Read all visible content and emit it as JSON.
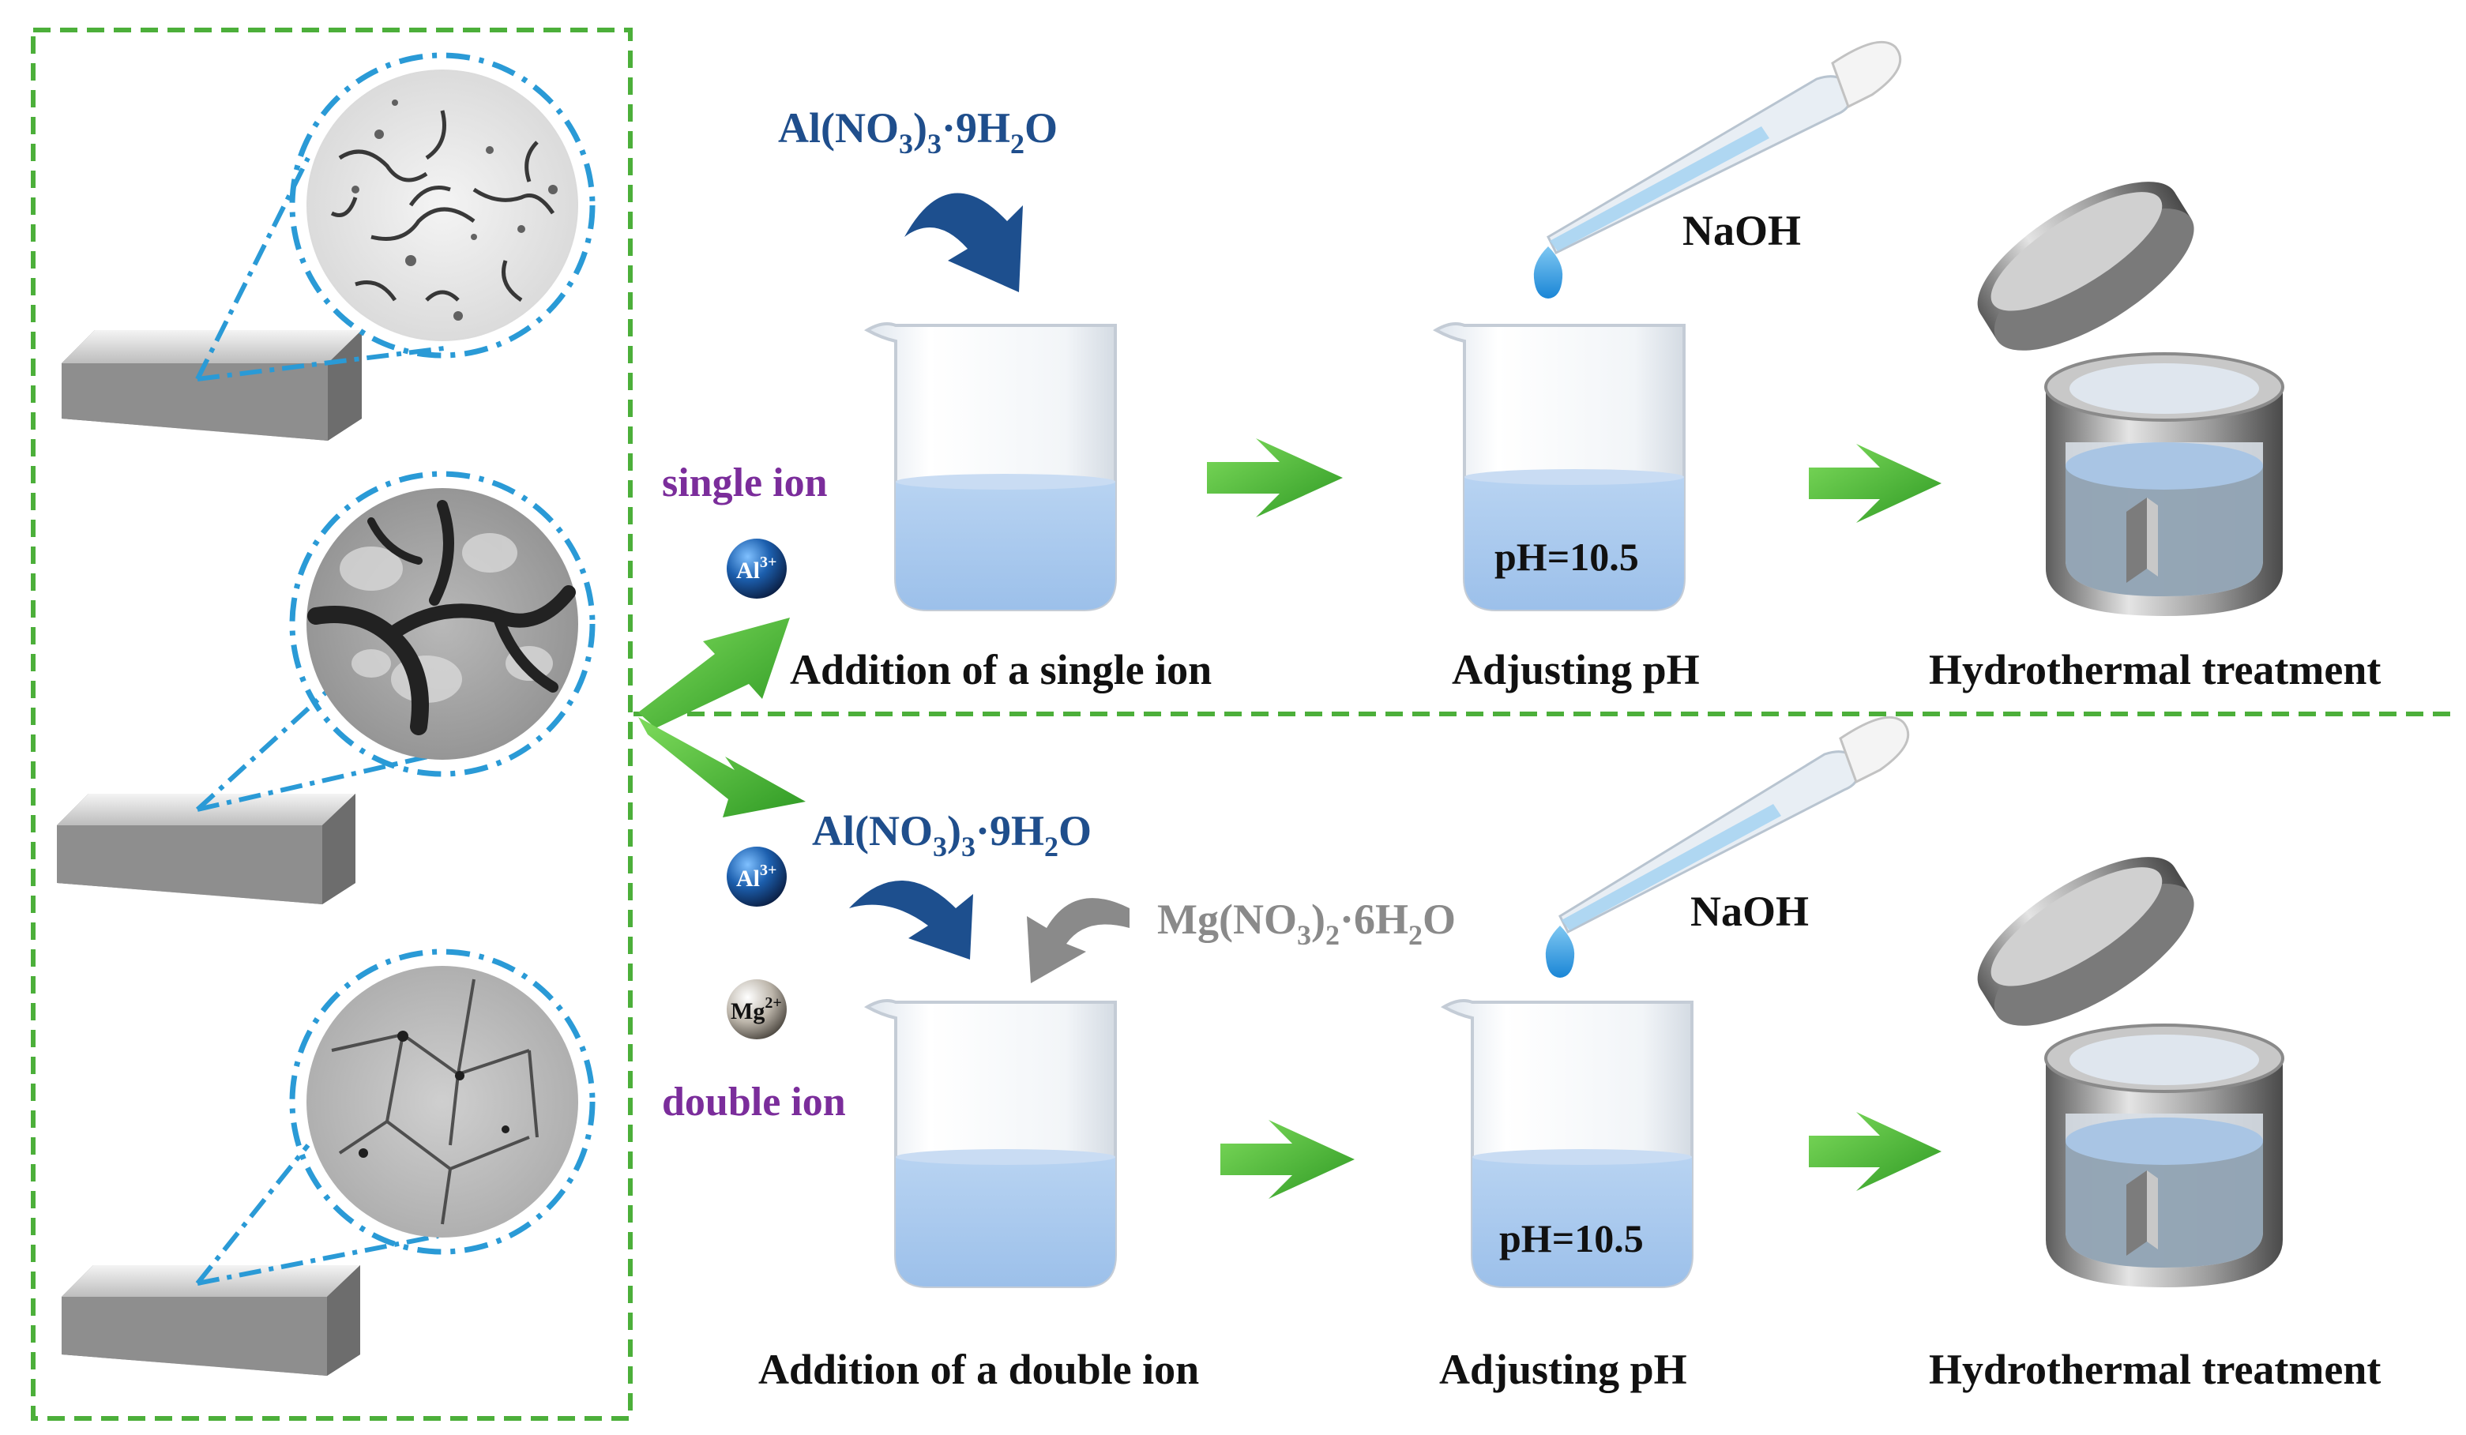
{
  "labels": {
    "single_ion": "single ion",
    "double_ion": "double ion",
    "al_ion": "Al",
    "al_charge": "3+",
    "mg_ion": "Mg",
    "mg_charge": "2+",
    "al_nitrate": {
      "pre": "Al(NO",
      "s1": "3",
      "mid": ")",
      "s2": "3",
      "post": "·9H",
      "s3": "2",
      "end": "O"
    },
    "mg_nitrate": {
      "pre": "Mg(NO",
      "s1": "3",
      "mid": ")",
      "s2": "2",
      "post": "·6H",
      "s3": "2",
      "end": "O"
    },
    "naoh": "NaOH",
    "ph_value": "pH=10.5",
    "top_step1": "Addition of a single ion",
    "top_step2": "Adjusting pH",
    "top_step3": "Hydrothermal treatment",
    "bottom_step1": "Addition of a double ion",
    "bottom_step2": "Adjusting pH",
    "bottom_step3": "Hydrothermal treatment"
  },
  "colors": {
    "frame_dash": "#4caf3a",
    "chem_blue": "#1f4e8c",
    "chem_gray": "#8a8a8a",
    "ion_label": "#7b2d9b",
    "arrow_green": "#4fc03a",
    "liquid": "#a8c9ee"
  }
}
